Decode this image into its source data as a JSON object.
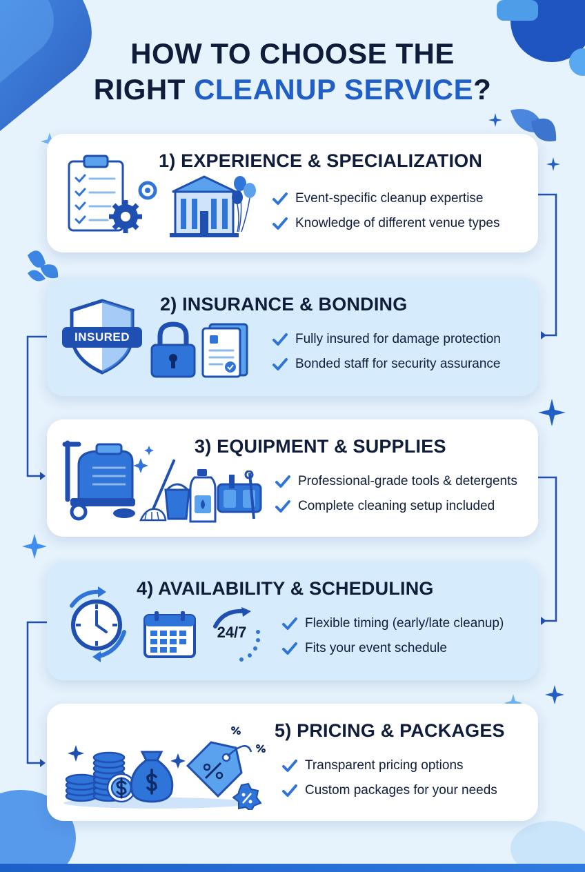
{
  "title": {
    "line1": "HOW TO CHOOSE THE",
    "line2_prefix": "RIGHT ",
    "line2_accent": "CLEANUP SERVICE",
    "line2_suffix": "?"
  },
  "colors": {
    "accent": "#1f5fc6",
    "dark_text": "#0f1d3a",
    "light_card": "#d6ebfb",
    "icon_blue": "#2f74d8",
    "background": "#e6f2fc"
  },
  "sections": [
    {
      "title": "1) EXPERIENCE & SPECIALIZATION",
      "bullets": [
        "Event-specific cleanup expertise",
        "Knowledge of different venue types"
      ],
      "icons": [
        "clipboard-checklist-icon",
        "gears-icon",
        "venue-building-icon",
        "balloons-icon"
      ]
    },
    {
      "title": "2) INSURANCE & BONDING",
      "badge_label": "INSURED",
      "bullets": [
        "Fully insured for damage protection",
        "Bonded staff for security assurance"
      ],
      "icons": [
        "insured-shield-icon",
        "padlock-icon",
        "certificate-document-icon"
      ]
    },
    {
      "title": "3) EQUIPMENT & SUPPLIES",
      "bullets": [
        "Professional-grade tools & detergents",
        "Complete cleaning setup included"
      ],
      "icons": [
        "floor-scrubber-icon",
        "mop-bucket-icon",
        "detergent-bottle-icon",
        "tool-belt-icon"
      ]
    },
    {
      "title": "4) AVAILABILITY & SCHEDULING",
      "badge_label": "24/7",
      "bullets": [
        "Flexible timing (early/late cleanup)",
        "Fits your event schedule"
      ],
      "icons": [
        "clock-cycle-icon",
        "calendar-icon",
        "24-7-icon"
      ]
    },
    {
      "title": "5) PRICING & PACKAGES",
      "bullets": [
        "Transparent pricing options",
        "Custom packages for your needs"
      ],
      "icons": [
        "coin-stacks-icon",
        "money-bag-icon",
        "discount-tag-icon"
      ]
    }
  ]
}
